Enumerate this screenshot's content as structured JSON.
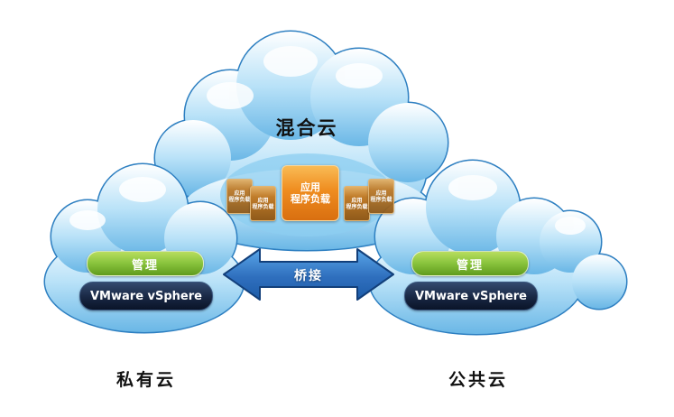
{
  "clouds": {
    "hybrid": {
      "label": "混合云"
    },
    "private": {
      "label": "私有云"
    },
    "public": {
      "label": "公共云"
    }
  },
  "workload": {
    "center": {
      "line1": "应用",
      "line2": "程序负载"
    },
    "small": {
      "line1": "应用",
      "line2": "程序负载"
    }
  },
  "pills": {
    "manage": "管理",
    "vmware": "VMware vSphere"
  },
  "bridge": {
    "label": "桥接"
  },
  "colors": {
    "cloud_fill": "#a9dcf6",
    "cloud_outline": "#2d7fc1",
    "manage_green": "#8cc63f",
    "vmware_navy": "#182743",
    "workload_orange": "#ef8c1f",
    "small_box_brown": "#c07c2a",
    "arrow_blue": "#2f6fbe",
    "label_text": "#000000"
  }
}
